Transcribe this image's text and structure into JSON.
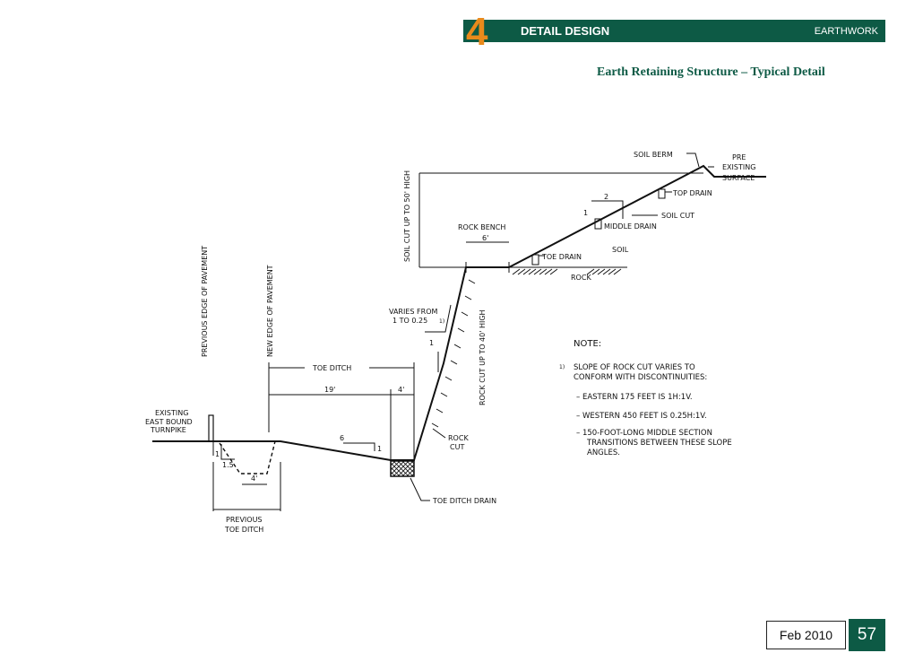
{
  "header": {
    "chapter_number": "4",
    "title": "DETAIL DESIGN",
    "section": "EARTHWORK",
    "accent_color": "#e98a1b",
    "bar_color": "#0d5a45"
  },
  "subtitle": "Earth Retaining Structure – Typical Detail",
  "drawing": {
    "labels": {
      "soil_berm": "SOIL BERM",
      "pre": "PRE",
      "existing": "EXISTING",
      "surface": "SURFACE",
      "top_drain": "TOP DRAIN",
      "soil_cut": "SOIL CUT",
      "middle_drain": "MIDDLE DRAIN",
      "soil": "SOIL",
      "toe_drain": "TOE DRAIN",
      "rock": "ROCK",
      "rock_bench": "ROCK BENCH",
      "bench_width": "6'",
      "soil_cut_height": "SOIL CUT UP TO 50' HIGH",
      "rock_cut_height": "ROCK CUT UP TO 40' HIGH",
      "previous_edge": "PREVIOUS EDGE OF PAVEMENT",
      "new_edge": "NEW EDGE OF PAVEMENT",
      "toe_ditch": "TOE DITCH",
      "dim_19": "19'",
      "dim_4_ditch": "4'",
      "varies_line1": "VARIES FROM",
      "varies_line2": "1 TO 0.25",
      "varies_sup": "1)",
      "existing_road_1": "EXISTING",
      "existing_road_2": "EAST BOUND",
      "existing_road_3": "TURNPIKE",
      "slope_6": "6",
      "slope_1_road": "1",
      "slope_1_rock": "1",
      "slope_2": "2",
      "slope_1_soil": "1",
      "slope_15": "1.5",
      "slope_1_prev": "1",
      "dim_4_prev": "4'",
      "rock_cut_1": "ROCK",
      "rock_cut_2": "CUT",
      "toe_ditch_drain": "TOE DITCH DRAIN",
      "previous_toe_1": "PREVIOUS",
      "previous_toe_2": "TOE DITCH"
    },
    "note": {
      "heading": "NOTE:",
      "marker": "1)",
      "line1": "SLOPE OF ROCK CUT VARIES TO",
      "line2": "CONFORM WITH DISCONTINUITIES:",
      "bullet1": "– EASTERN 175 FEET IS 1H:1V.",
      "bullet2": "– WESTERN 450 FEET IS 0.25H:1V.",
      "bullet3_line1": "– 150-FOOT-LONG MIDDLE SECTION",
      "bullet3_line2": "TRANSITIONS BETWEEN THESE SLOPE",
      "bullet3_line3": "ANGLES."
    }
  },
  "footer": {
    "date": "Feb 2010",
    "page": "57"
  }
}
